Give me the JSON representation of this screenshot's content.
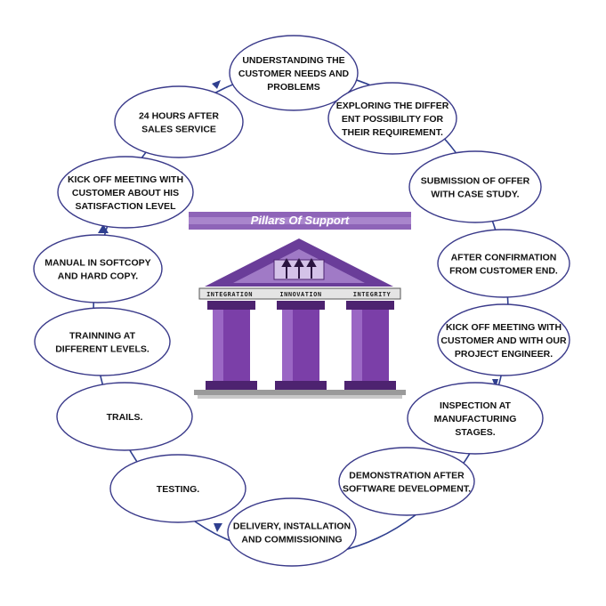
{
  "diagram": {
    "banner_title": "Pillars Of Support",
    "beam_labels": [
      "INTEGRATION",
      "INNOVATION",
      "INTEGRITY"
    ],
    "colors": {
      "ring": "#2f3f8f",
      "node_fill": "#ffffff",
      "node_stroke": "#3a3a8a",
      "pillar": "#7b3fa8",
      "pillar_dark": "#4d2370",
      "roof": "#6a3d99",
      "banner": "#8e64b8"
    },
    "nodes": [
      {
        "lines": [
          "UNDERSTANDING THE",
          "CUSTOMER NEEDS AND",
          "PROBLEMS"
        ]
      },
      {
        "lines": [
          "EXPLORING THE DIFFER",
          "ENT POSSIBILITY FOR",
          "THEIR REQUIREMENT."
        ]
      },
      {
        "lines": [
          "SUBMISSION OF OFFER",
          "WITH CASE STUDY."
        ]
      },
      {
        "lines": [
          "AFTER CONFIRMATION",
          "FROM CUSTOMER END."
        ]
      },
      {
        "lines": [
          "KICK OFF MEETING WITH",
          "CUSTOMER AND WITH OUR",
          "PROJECT ENGINEER."
        ]
      },
      {
        "lines": [
          "INSPECTION AT",
          "MANUFACTURING",
          "STAGES."
        ]
      },
      {
        "lines": [
          "DEMONSTRATION AFTER",
          "SOFTWARE DEVELOPMENT."
        ]
      },
      {
        "lines": [
          "DELIVERY, INSTALLATION",
          "AND COMMISSIONING"
        ]
      },
      {
        "lines": [
          "TESTING."
        ]
      },
      {
        "lines": [
          "TRAILS."
        ]
      },
      {
        "lines": [
          "TRAINNING AT",
          "DIFFERENT LEVELS."
        ]
      },
      {
        "lines": [
          "MANUAL IN SOFTCOPY",
          "AND HARD COPY."
        ]
      },
      {
        "lines": [
          "KICK OFF MEETING WITH",
          "CUSTOMER ABOUT HIS",
          "SATISFACTION LEVEL"
        ]
      },
      {
        "lines": [
          "24 HOURS AFTER",
          "SALES SERVICE"
        ]
      }
    ]
  }
}
